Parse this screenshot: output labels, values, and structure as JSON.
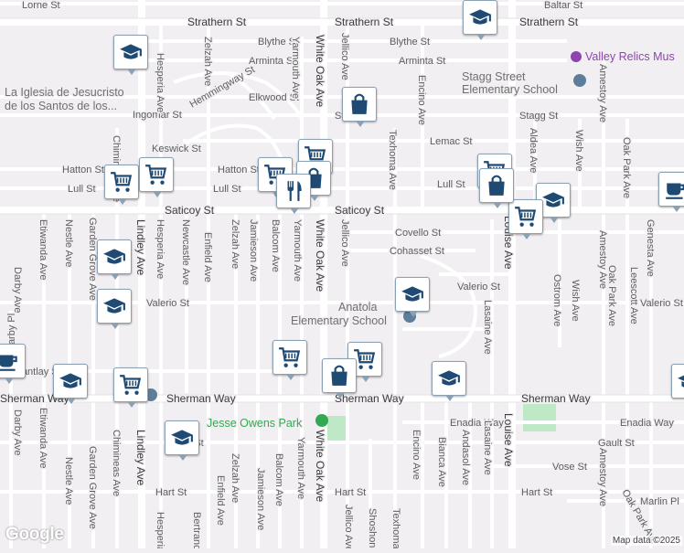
{
  "map": {
    "branding": {
      "logo_text": "Google",
      "attribution": "Map data ©2025"
    },
    "streets_horizontal": [
      {
        "id": "lorne",
        "name": "Lorne St"
      },
      {
        "id": "baltar",
        "name": "Baltar St"
      },
      {
        "id": "strathern",
        "name": "Strathern St"
      },
      {
        "id": "blythe",
        "name": "Blythe St"
      },
      {
        "id": "arminta",
        "name": "Arminta St"
      },
      {
        "id": "elkwood",
        "name": "Elkwood St"
      },
      {
        "id": "hemmingway",
        "name": "Hemmingway St"
      },
      {
        "id": "ingomar",
        "name": "Ingomar St"
      },
      {
        "id": "stagg",
        "name": "Stagg St"
      },
      {
        "id": "keswick",
        "name": "Keswick St"
      },
      {
        "id": "lemac",
        "name": "Lemac St"
      },
      {
        "id": "hatton",
        "name": "Hatton St"
      },
      {
        "id": "lull",
        "name": "Lull St"
      },
      {
        "id": "saticoy",
        "name": "Saticoy St"
      },
      {
        "id": "covello",
        "name": "Covello St"
      },
      {
        "id": "cohasset",
        "name": "Cohasset St"
      },
      {
        "id": "valerio",
        "name": "Valerio St"
      },
      {
        "id": "cantlay",
        "name": "Cantlay St"
      },
      {
        "id": "sherman",
        "name": "Sherman Way"
      },
      {
        "id": "enadia",
        "name": "Enadia Way"
      },
      {
        "id": "gault",
        "name": "Gault St"
      },
      {
        "id": "vose",
        "name": "Vose St"
      },
      {
        "id": "hart",
        "name": "Hart St"
      },
      {
        "id": "marlin",
        "name": "Marlin Pl"
      }
    ],
    "streets_vertical": [
      {
        "id": "darby-pl",
        "name": "Darby Pl"
      },
      {
        "id": "darby-ave",
        "name": "Darby Ave"
      },
      {
        "id": "etiwanda",
        "name": "Etiwanda Ave"
      },
      {
        "id": "nestle",
        "name": "Nestle Ave"
      },
      {
        "id": "garden-grove",
        "name": "Garden Grove Ave"
      },
      {
        "id": "chimineas",
        "name": "Chimineas Ave"
      },
      {
        "id": "lindley",
        "name": "Lindley Ave"
      },
      {
        "id": "hesperia",
        "name": "Hesperia Ave"
      },
      {
        "id": "newcastle",
        "name": "Newcastle Ave"
      },
      {
        "id": "zelzah",
        "name": "Zelzah Ave"
      },
      {
        "id": "enfield",
        "name": "Enfield Ave"
      },
      {
        "id": "bertrand",
        "name": "Bertrand Ave"
      },
      {
        "id": "jamieson",
        "name": "Jamieson Ave"
      },
      {
        "id": "balcom",
        "name": "Balcom Ave"
      },
      {
        "id": "yarmouth",
        "name": "Yarmouth Ave"
      },
      {
        "id": "white-oak",
        "name": "White Oak Ave"
      },
      {
        "id": "jellico",
        "name": "Jellico Ave"
      },
      {
        "id": "shoshone",
        "name": "Shoshone Ave"
      },
      {
        "id": "texhoma",
        "name": "Texhoma Ave"
      },
      {
        "id": "encino",
        "name": "Encino Ave"
      },
      {
        "id": "bianca",
        "name": "Bianca Ave"
      },
      {
        "id": "andasol",
        "name": "Andasol Ave"
      },
      {
        "id": "lasaine",
        "name": "Lasaine Ave"
      },
      {
        "id": "louise",
        "name": "Louise Ave"
      },
      {
        "id": "aldea",
        "name": "Aldea Ave"
      },
      {
        "id": "ostrom",
        "name": "Ostrom Ave"
      },
      {
        "id": "wish",
        "name": "Wish Ave"
      },
      {
        "id": "amestoy",
        "name": "Amestoy Ave"
      },
      {
        "id": "oak-park",
        "name": "Oak Park Ave"
      },
      {
        "id": "leescott",
        "name": "Leescott Ave"
      },
      {
        "id": "genesta",
        "name": "Genesta Ave"
      }
    ],
    "places": [
      {
        "id": "church",
        "line1": "La Iglesia de Jesucristo",
        "line2": "de los Santos de los..."
      },
      {
        "id": "stagg-school",
        "line1": "Stagg Street",
        "line2": "Elementary School"
      },
      {
        "id": "anatola-school",
        "line1": "Anatola",
        "line2": "Elementary School"
      },
      {
        "id": "jesse-owens",
        "line1": "Jesse Owens Park"
      },
      {
        "id": "valley-relics",
        "line1": "Valley Relics Mus"
      }
    ],
    "colors": {
      "background": "#f2eff3",
      "road_minor": "#ffffff",
      "road_major": "#ffffff",
      "park": "#bfe8c6",
      "pin_icon": "#1e4a73",
      "poi_school": "#5e7d9b",
      "poi_museum": "#8e44ad",
      "poi_park": "#34a853"
    },
    "markers": [
      {
        "id": "school-1",
        "icon": "school"
      },
      {
        "id": "school-2",
        "icon": "school"
      },
      {
        "id": "school-3",
        "icon": "school"
      },
      {
        "id": "school-4",
        "icon": "school"
      },
      {
        "id": "school-5",
        "icon": "school"
      },
      {
        "id": "school-6",
        "icon": "school"
      },
      {
        "id": "school-7",
        "icon": "school"
      },
      {
        "id": "school-8",
        "icon": "school"
      },
      {
        "id": "school-9",
        "icon": "school"
      },
      {
        "id": "school-10",
        "icon": "school"
      },
      {
        "id": "shop-1",
        "icon": "shopping-cart"
      },
      {
        "id": "shop-2",
        "icon": "shopping-cart"
      },
      {
        "id": "shop-3",
        "icon": "shopping-cart"
      },
      {
        "id": "shop-4",
        "icon": "shopping-cart"
      },
      {
        "id": "shop-5",
        "icon": "shopping-cart"
      },
      {
        "id": "shop-6",
        "icon": "shopping-cart"
      },
      {
        "id": "shop-7",
        "icon": "shopping-cart"
      },
      {
        "id": "shop-8",
        "icon": "shopping-cart"
      },
      {
        "id": "shop-9",
        "icon": "shopping-cart"
      },
      {
        "id": "bag-1",
        "icon": "shopping-bag"
      },
      {
        "id": "bag-2",
        "icon": "shopping-bag"
      },
      {
        "id": "bag-3",
        "icon": "shopping-bag"
      },
      {
        "id": "bag-4",
        "icon": "shopping-bag"
      },
      {
        "id": "restaurant-1",
        "icon": "restaurant"
      },
      {
        "id": "cafe-1",
        "icon": "cafe"
      },
      {
        "id": "cafe-2",
        "icon": "cafe"
      }
    ]
  }
}
